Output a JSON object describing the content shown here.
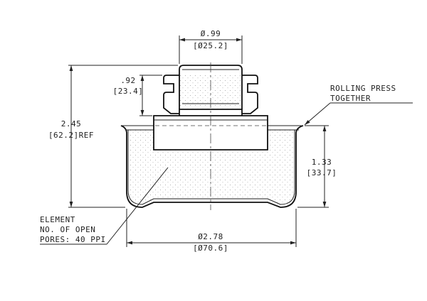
{
  "dimensions": {
    "top_diameter": {
      "inch": "Ø.99",
      "mm": "[Ø25.2]"
    },
    "neck_height": {
      "inch": ".92",
      "mm": "[23.4]"
    },
    "overall_height": {
      "inch": "2.45",
      "mm": "[62.2]REF"
    },
    "cup_height": {
      "inch": "1.33",
      "mm": "[33.7]"
    },
    "bottom_diameter": {
      "inch": "Ø2.78",
      "mm": "[Ø70.6]"
    }
  },
  "notes": {
    "rolling_press": [
      "ROLLING PRESS",
      "TOGETHER"
    ],
    "element": [
      "ELEMENT",
      "NO. OF OPEN",
      "PORES: 40 PPI"
    ]
  },
  "colors": {
    "line": "#222222",
    "stipple": "#9a9a9a",
    "background": "#ffffff"
  }
}
